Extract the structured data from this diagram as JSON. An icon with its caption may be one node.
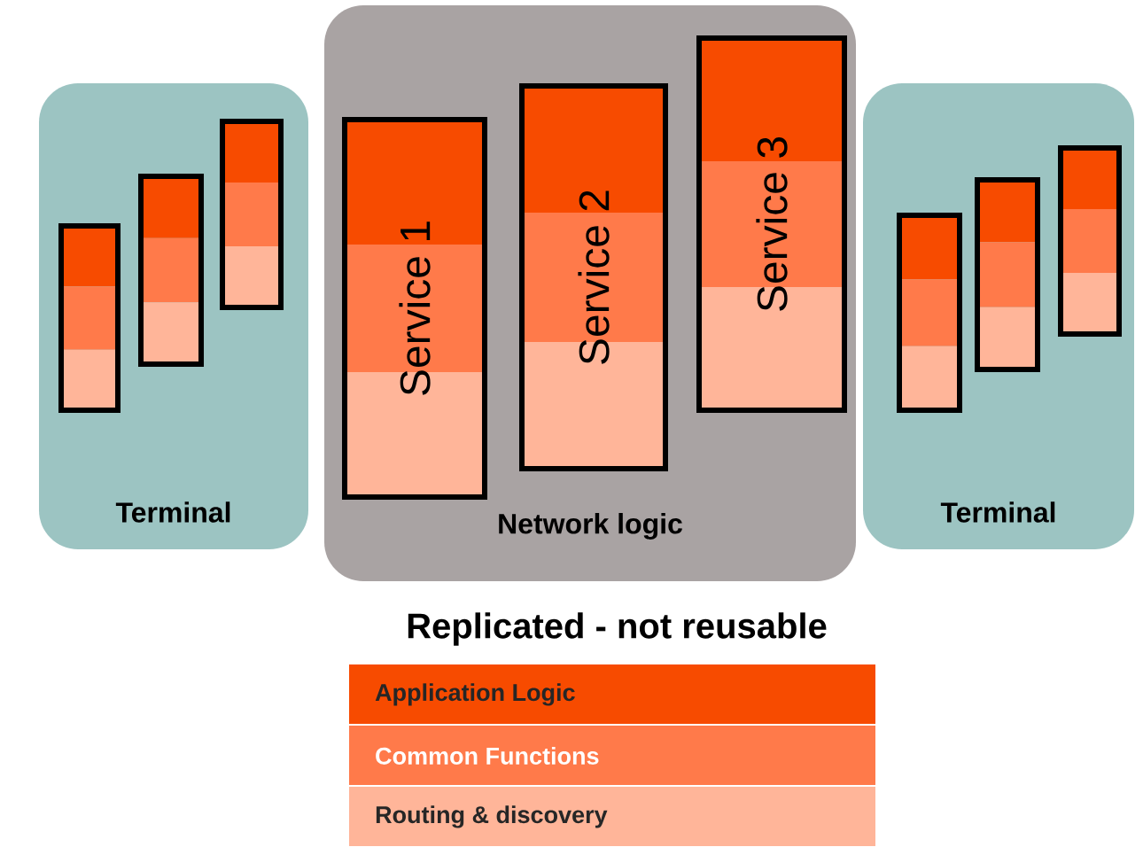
{
  "diagram": {
    "caption": "Replicated - not reusable",
    "nodes": [
      {
        "text": [
          "Terminal"
        ]
      },
      {
        "text": [],
        "shape": "bar",
        "in": 0
      },
      {
        "text": [],
        "shape": "bar",
        "in": 0
      },
      {
        "text": [],
        "shape": "bar",
        "in": 0
      },
      {
        "text": [
          "Network logic"
        ]
      },
      {
        "text": [
          "Service 1"
        ],
        "in": 4
      },
      {
        "text": [
          "Service 2"
        ],
        "in": 4
      },
      {
        "text": [
          "Service 3"
        ],
        "in": 4
      },
      {
        "text": [
          "Terminal"
        ]
      },
      {
        "text": [],
        "shape": "bar",
        "in": 8
      },
      {
        "text": [],
        "shape": "bar",
        "in": 8
      },
      {
        "text": [],
        "shape": "bar",
        "in": 8
      }
    ],
    "legend": [
      {
        "text": "Application Logic",
        "color": "#f74b00"
      },
      {
        "text": "Common Functions",
        "color": "#ff7a4a"
      },
      {
        "text": "Routing & discovery",
        "color": "#ffb599"
      }
    ]
  }
}
